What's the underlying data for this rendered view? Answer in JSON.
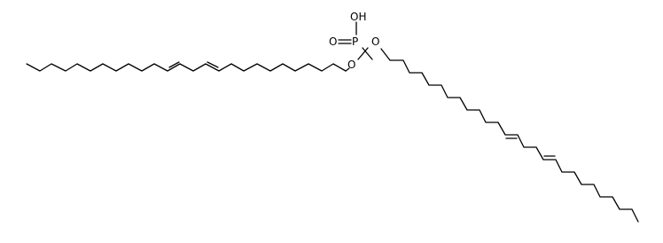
{
  "molecule": {
    "atoms": {
      "oh": "OH",
      "p": "P",
      "o_double": "O",
      "o_left": "O",
      "o_right": "O"
    },
    "colors": {
      "bond": "#000000",
      "label": "#000000",
      "background": "#ffffff"
    }
  }
}
